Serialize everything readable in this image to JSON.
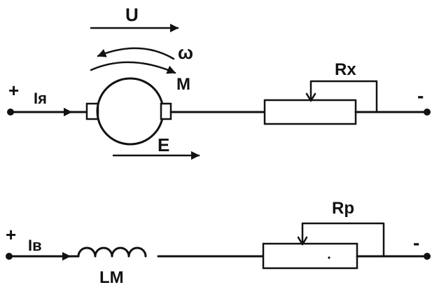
{
  "armature_circuit": {
    "plus": "+",
    "minus": "-",
    "current_label": "Iя",
    "voltage_label": "U",
    "speed_label": "ω",
    "torque_label": "M",
    "emf_label": "E",
    "resistor_label": "Rx"
  },
  "field_circuit": {
    "plus": "+",
    "minus": "-",
    "current_label": "Iв",
    "winding_label": "LM",
    "resistor_label": "Rp"
  }
}
